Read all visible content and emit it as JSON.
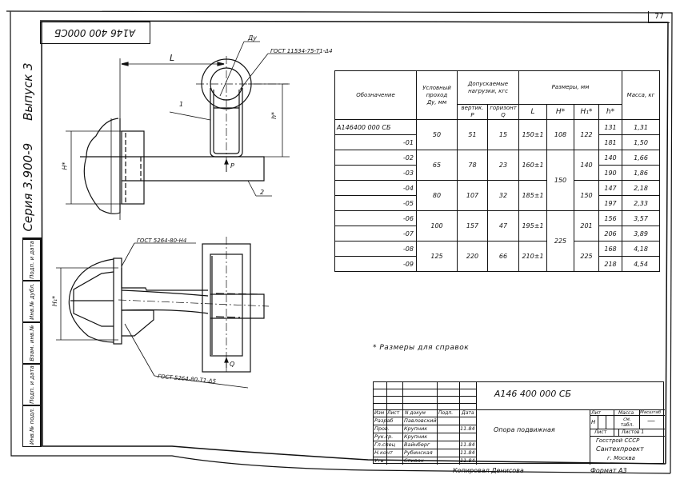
{
  "page_number": "77",
  "stamp_code": "А146 400 000СБ",
  "series": "Серия 3.900-9",
  "issue": "Выпуск 3",
  "side_strip": [
    "Инв.№ подл.",
    "Подп. и дата",
    "Взам. инв.№",
    "Инв.№ дубл.",
    "Подп. и дата"
  ],
  "drawing": {
    "dim_L": "L",
    "dim_Du": "Ду",
    "dim_h": "h*",
    "dim_H": "H*",
    "dim_H1": "H₁*",
    "weld_top": "ГОСТ 11534-75-Т1-Δ4",
    "weld_mid": "ГОСТ 5264-80-Н4",
    "weld_bottom": "ГОСТ 5264-80-Т1-Δ5",
    "part1": "1",
    "part2": "2",
    "force_P": "P",
    "force_Q": "Q"
  },
  "table": {
    "headers": {
      "designation": "Обозначение",
      "bore": "Условный проход",
      "bore_unit": "Ду, мм",
      "loads": "Допускаемые нагрузки, кгс",
      "vert": "вертик.",
      "vert_sym": "P",
      "horiz": "горизонт",
      "horiz_sym": "Q",
      "dims": "Размеры, мм",
      "L": "L",
      "H": "H*",
      "H1": "H₁*",
      "h": "h*",
      "mass": "Масса, кг"
    },
    "groups": [
      {
        "du": "50",
        "p": "51",
        "q": "15",
        "L": "150±1",
        "H1": "122"
      },
      {
        "du": "65",
        "p": "78",
        "q": "23",
        "L": "160±1",
        "H1": "140"
      },
      {
        "du": "80",
        "p": "107",
        "q": "32",
        "L": "185±1",
        "H1": "150"
      },
      {
        "du": "100",
        "p": "157",
        "q": "47",
        "L": "195±1",
        "H1": "201"
      },
      {
        "du": "125",
        "p": "220",
        "q": "66",
        "L": "210±1",
        "H1": "225"
      }
    ],
    "H_values": [
      "108",
      "150",
      "225"
    ],
    "rows": [
      {
        "des": "А146400 000 СБ",
        "h": "131",
        "mass": "1,31"
      },
      {
        "des": "-01",
        "h": "181",
        "mass": "1,50"
      },
      {
        "des": "-02",
        "h": "140",
        "mass": "1,66"
      },
      {
        "des": "-03",
        "h": "190",
        "mass": "1,86"
      },
      {
        "des": "-04",
        "h": "147",
        "mass": "2,18"
      },
      {
        "des": "-05",
        "h": "197",
        "mass": "2,33"
      },
      {
        "des": "-06",
        "h": "156",
        "mass": "3,57"
      },
      {
        "des": "-07",
        "h": "206",
        "mass": "3,89"
      },
      {
        "des": "-08",
        "h": "168",
        "mass": "4,18"
      },
      {
        "des": "-09",
        "h": "218",
        "mass": "4,54"
      }
    ]
  },
  "note": "* Размеры для справок",
  "title_block": {
    "designation": "А146 400 000 СБ",
    "name": "Опора подвижная",
    "col_headers": [
      "Изм",
      "Лист",
      "N докум",
      "Подп.",
      "Дата"
    ],
    "people": [
      {
        "role": "Разраб",
        "name": "Павловский",
        "date": ""
      },
      {
        "role": "Пров.",
        "name": "Крупник",
        "date": "11.84"
      },
      {
        "role": "Рук.гр.",
        "name": "Крупник",
        "date": ""
      },
      {
        "role": "Гл.спец",
        "name": "Вайнберг",
        "date": "11.84"
      },
      {
        "role": "Н.конт",
        "name": "Рубинская",
        "date": "11.84"
      },
      {
        "role": "Утв",
        "name": "Спивак",
        "date": "11.84"
      }
    ],
    "lit_label": "Лит",
    "lit_value": "Н",
    "mass_label": "Масса",
    "mass_value": "см. табл.",
    "scale_label": "Масштаб",
    "scale_value": "—",
    "sheet_label": "Лист",
    "sheets_label": "Листов 1",
    "org1": "Госстрой СССР",
    "org2": "Сантехпроект",
    "org3": "г. Москва"
  },
  "footer": {
    "copied": "Копировал Денисова",
    "format": "Формат А3"
  }
}
